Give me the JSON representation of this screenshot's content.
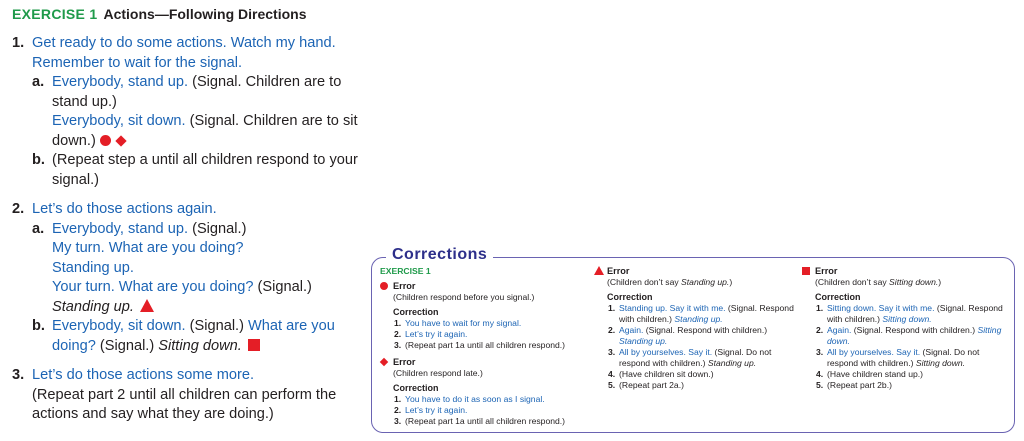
{
  "exercise": {
    "label": "EXERCISE 1",
    "title": "Actions—Following Directions",
    "steps": [
      {
        "num": "1.",
        "text": "Get ready to do some actions. Watch my hand. Remember to wait for the signal.",
        "subs": [
          {
            "letter": "a.",
            "say1": "Everybody, stand up.",
            "note1": " (Signal. Children are to stand up.)",
            "say2": "Everybody, sit down.",
            "note2": " (Signal. Children are to sit down.)"
          },
          {
            "letter": "b.",
            "text": "(Repeat step a until all children respond to your signal.)"
          }
        ]
      },
      {
        "num": "2.",
        "text": "Let’s do those actions again.",
        "subs": [
          {
            "letter": "a.",
            "say1": "Everybody, stand up.",
            "note1": " (Signal.)",
            "say2": "My turn. What are you doing?",
            "say3": "Standing up.",
            "say4": "Your turn. What are you doing?",
            "note4": " (Signal.)",
            "answer": "Standing up."
          },
          {
            "letter": "b.",
            "say1": "Everybody, sit down.",
            "note1": " (Signal.) ",
            "say2": "What are you doing?",
            "note2": " (Signal.) ",
            "answer": "Sitting down."
          }
        ]
      },
      {
        "num": "3.",
        "text": "Let’s do those actions some more.",
        "note": "(Repeat part 2 until all children can perform the actions and say what they are doing.)"
      }
    ]
  },
  "corrections": {
    "title": "Corrections",
    "exercise_label": "EXERCISE 1",
    "error_label": "Error",
    "correction_label": "Correction",
    "dot_error": {
      "desc": "(Children respond before you signal.)",
      "items": [
        {
          "n": "1.",
          "say": "You have to wait for my signal.",
          "note": ""
        },
        {
          "n": "2.",
          "say": "Let’s try it again.",
          "note": ""
        },
        {
          "n": "3.",
          "say": "",
          "note": "(Repeat part 1a until all children respond.)"
        }
      ]
    },
    "diamond_error": {
      "desc": "(Children respond late.)",
      "items": [
        {
          "n": "1.",
          "say": "You have to do it as soon as I signal.",
          "note": ""
        },
        {
          "n": "2.",
          "say": "Let’s try it again.",
          "note": ""
        },
        {
          "n": "3.",
          "say": "",
          "note": "(Repeat part 1a until all children respond.)"
        }
      ]
    },
    "triangle_error": {
      "desc_pre": "(Children don’t say ",
      "desc_it": "Standing up.",
      "desc_post": ")",
      "items": [
        {
          "n": "1.",
          "say": "Standing up. Say it with me.",
          "note": " (Signal. Respond with children.) ",
          "it": "Standing up."
        },
        {
          "n": "2.",
          "say": "Again.",
          "note": " (Signal. Respond with children.) ",
          "it": "Standing up."
        },
        {
          "n": "3.",
          "say": "All by yourselves. Say it.",
          "note": " (Signal. Do not respond with children.) ",
          "it": "Standing up."
        },
        {
          "n": "4.",
          "say": "",
          "note": "(Have children sit down.)",
          "it": ""
        },
        {
          "n": "5.",
          "say": "",
          "note": "(Repeat part 2a.)",
          "it": ""
        }
      ]
    },
    "square_error": {
      "desc_pre": "(Children don’t say ",
      "desc_it": "Sitting down.",
      "desc_post": ")",
      "items": [
        {
          "n": "1.",
          "say": "Sitting down. Say it with me.",
          "note": " (Signal. Respond with children.) ",
          "it": "Sitting down."
        },
        {
          "n": "2.",
          "say": "Again.",
          "note": " (Signal. Respond with children.) ",
          "it": "Sitting down."
        },
        {
          "n": "3.",
          "say": "All by yourselves. Say it.",
          "note": " (Signal. Do not respond with children.) ",
          "it": "Sitting down."
        },
        {
          "n": "4.",
          "say": "",
          "note": "(Have children stand up.)",
          "it": ""
        },
        {
          "n": "5.",
          "say": "",
          "note": "(Repeat part 2b.)",
          "it": ""
        }
      ]
    }
  },
  "colors": {
    "green": "#1f9a4a",
    "blue": "#1c64b4",
    "red": "#e41e26",
    "box_border": "#6a63b2",
    "title_navy": "#2d2f8a"
  },
  "icons": [
    "red-dot-icon",
    "red-diamond-icon",
    "red-triangle-icon",
    "red-square-icon"
  ]
}
